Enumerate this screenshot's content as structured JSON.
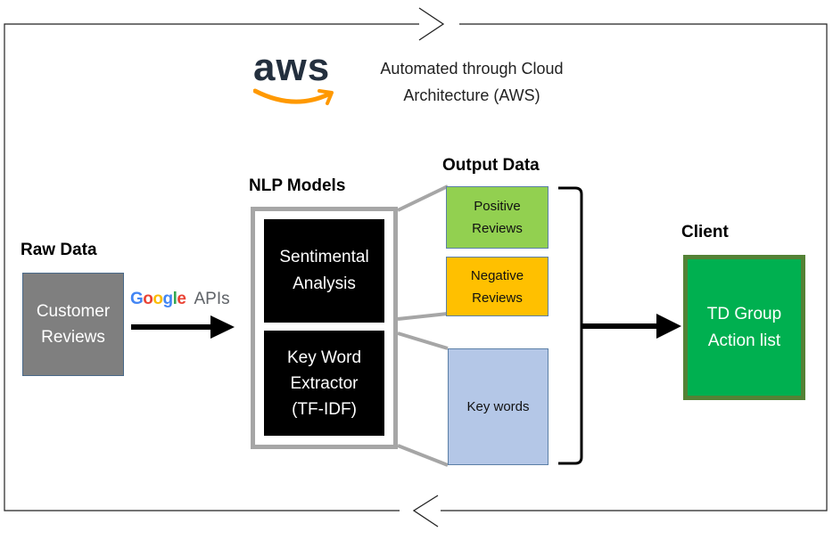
{
  "aws": {
    "logo_text": "aws",
    "caption_line1": "Automated through Cloud",
    "caption_line2": "Architecture (AWS)"
  },
  "raw_data": {
    "heading": "Raw Data",
    "box_line1": "Customer",
    "box_line2": "Reviews"
  },
  "google_apis": {
    "letters": [
      {
        "ch": "G",
        "color": "#4285F4"
      },
      {
        "ch": "o",
        "color": "#EA4335"
      },
      {
        "ch": "o",
        "color": "#FBBC05"
      },
      {
        "ch": "g",
        "color": "#4285F4"
      },
      {
        "ch": "l",
        "color": "#34A853"
      },
      {
        "ch": "e",
        "color": "#EA4335"
      }
    ],
    "suffix": " APIs"
  },
  "nlp_models": {
    "heading": "NLP Models",
    "sentiment_line1": "Sentimental",
    "sentiment_line2": "Analysis",
    "keyword_line1": "Key Word",
    "keyword_line2": "Extractor",
    "keyword_line3": "(TF-IDF)"
  },
  "output_data": {
    "heading": "Output Data",
    "positive_line1": "Positive",
    "positive_line2": "Reviews",
    "negative_line1": "Negative",
    "negative_line2": "Reviews",
    "keywords_label": "Key words"
  },
  "client": {
    "heading": "Client",
    "box_line1": "TD Group",
    "box_line2": "Action list"
  },
  "colors": {
    "raw_box": "#7f7f7f",
    "nlp_frame": "#a6a6a6",
    "nlp_inner": "#000000",
    "positive": "#92d050",
    "negative": "#ffc000",
    "keywords": "#b4c7e7",
    "client_fill": "#00b050",
    "client_border": "#548235",
    "aws_text": "#232f3e",
    "aws_smile": "#ff9900"
  }
}
